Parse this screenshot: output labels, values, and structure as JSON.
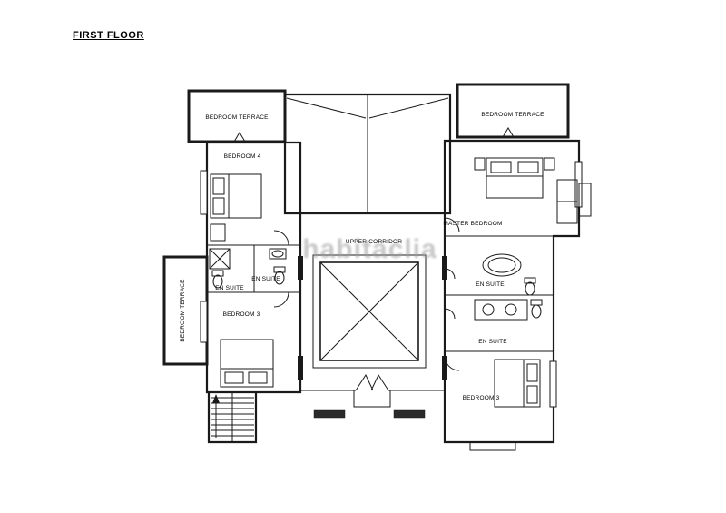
{
  "page": {
    "title": "FIRST FLOOR",
    "watermark": "habitaclia"
  },
  "labels": {
    "terrace_top_left": "BEDROOM TERRACE",
    "terrace_top_right": "BEDROOM TERRACE",
    "terrace_left": "BEDROOM TERRACE",
    "bedroom_4": "BEDROOM 4",
    "master_bedroom": "MASTER BEDROOM",
    "upper_corridor": "UPPER CORRIDOR",
    "en_suite_left_outer": "EN SUITE",
    "en_suite_left_inner": "EN SUITE",
    "en_suite_right_top": "EN SUITE",
    "en_suite_right_bottom": "EN SUITE",
    "bedroom_3_left": "BEDROOM 3",
    "bedroom_3_right": "BEDROOM 3"
  }
}
